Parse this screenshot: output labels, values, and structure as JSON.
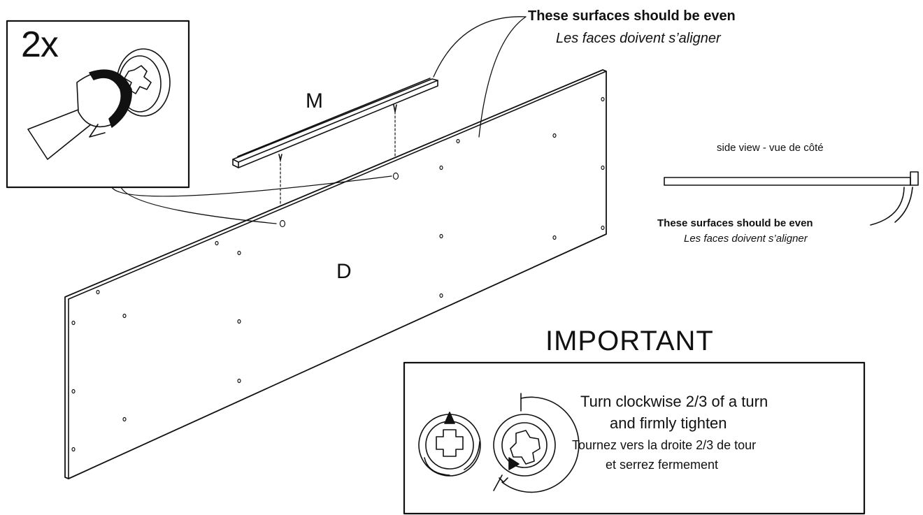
{
  "inset": {
    "quantity": "2x"
  },
  "parts": {
    "rail": "M",
    "panel": "D"
  },
  "top_note": {
    "en": "These surfaces should be even",
    "fr": "Les faces doivent s’aligner"
  },
  "side_view": {
    "title": "side view - vue de côté",
    "en": "These surfaces should be even",
    "fr": "Les faces doivent s’aligner"
  },
  "important": {
    "title": "IMPORTANT",
    "en_line1": "Turn clockwise 2/3 of a turn",
    "en_line2": "and firmly tighten",
    "fr_line1": "Tournez vers la droite 2/3 de tour",
    "fr_line2": "et serrez fermement"
  },
  "icons": [
    "cam-lock-icon",
    "screwdriver-icon",
    "rotation-arrow-icon",
    "cam-lock-rotated-icon"
  ]
}
